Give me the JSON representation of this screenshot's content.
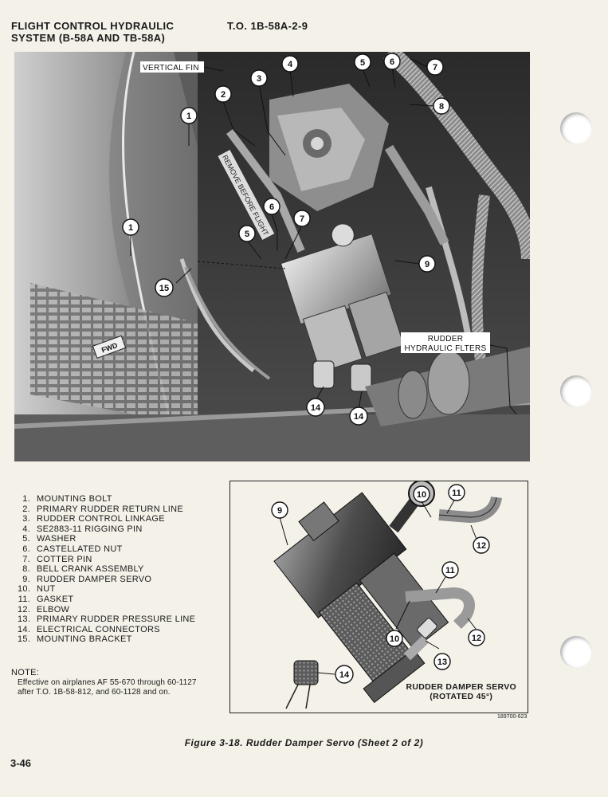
{
  "header": {
    "title_line1": "FLIGHT CONTROL HYDRAULIC",
    "title_line2": "SYSTEM (B-58A AND TB-58A)",
    "to_number": "T.O. 1B-58A-2-9"
  },
  "photo": {
    "label_vertical_fin": "VERTICAL FIN",
    "label_rudder_filters_1": "RUDDER",
    "label_rudder_filters_2": "HYDRAULIC FLTERS",
    "tag_remove": "REMOVE BEFORE FLIGHT",
    "fwd_tag": "FWD"
  },
  "callouts": [
    "1",
    "2",
    "3",
    "4",
    "5",
    "6",
    "7",
    "8",
    "9",
    "10",
    "11",
    "12",
    "13",
    "14",
    "15"
  ],
  "legend": [
    {
      "num": "1.",
      "text": "MOUNTING BOLT"
    },
    {
      "num": "2.",
      "text": "PRIMARY RUDDER RETURN LINE"
    },
    {
      "num": "3.",
      "text": "RUDDER CONTROL LINKAGE"
    },
    {
      "num": "4.",
      "text": "SE2883-11 RIGGING PIN"
    },
    {
      "num": "5.",
      "text": "WASHER"
    },
    {
      "num": "6.",
      "text": "CASTELLATED NUT"
    },
    {
      "num": "7.",
      "text": "COTTER PIN"
    },
    {
      "num": "8.",
      "text": "BELL CRANK ASSEMBLY"
    },
    {
      "num": "9.",
      "text": "RUDDER DAMPER SERVO"
    },
    {
      "num": "10.",
      "text": "NUT"
    },
    {
      "num": "11.",
      "text": "GASKET"
    },
    {
      "num": "12.",
      "text": "ELBOW"
    },
    {
      "num": "13.",
      "text": "PRIMARY RUDDER PRESSURE LINE"
    },
    {
      "num": "14.",
      "text": "ELECTRICAL CONNECTORS"
    },
    {
      "num": "15.",
      "text": "MOUNTING BRACKET"
    }
  ],
  "note": {
    "title": "NOTE:",
    "text": "Effective on airplanes AF 55-670 through 60-1127 after T.O. 1B-58-812, and 60-1128 and on."
  },
  "inset": {
    "caption_line1": "RUDDER DAMPER SERVO",
    "caption_line2": "(ROTATED 45°)"
  },
  "figure_number": "189700-623",
  "caption": "Figure 3-18. Rudder Damper Servo (Sheet 2 of 2)",
  "page_number": "3-46"
}
